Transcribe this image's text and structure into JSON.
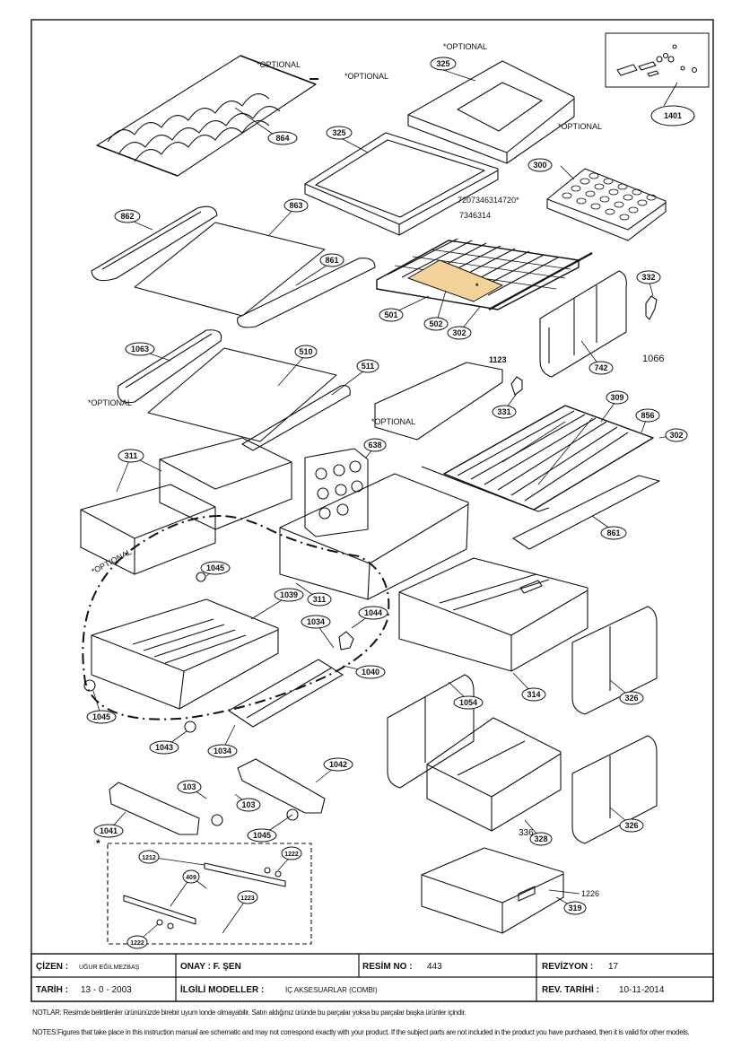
{
  "callouts": [
    {
      "id": "864",
      "label": "864"
    },
    {
      "id": "325a",
      "label": "325"
    },
    {
      "id": "325b",
      "label": "325"
    },
    {
      "id": "1401",
      "label": "1401"
    },
    {
      "id": "300",
      "label": "300"
    },
    {
      "id": "862",
      "label": "862"
    },
    {
      "id": "863",
      "label": "863"
    },
    {
      "id": "861a",
      "label": "861"
    },
    {
      "id": "501",
      "label": "501"
    },
    {
      "id": "502",
      "label": "502"
    },
    {
      "id": "302a",
      "label": "302"
    },
    {
      "id": "332",
      "label": "332"
    },
    {
      "id": "1063",
      "label": "1063"
    },
    {
      "id": "510",
      "label": "510"
    },
    {
      "id": "511",
      "label": "511"
    },
    {
      "id": "742",
      "label": "742"
    },
    {
      "id": "331",
      "label": "331"
    },
    {
      "id": "309",
      "label": "309"
    },
    {
      "id": "856",
      "label": "856"
    },
    {
      "id": "302b",
      "label": "302"
    },
    {
      "id": "311a",
      "label": "311"
    },
    {
      "id": "638",
      "label": "638"
    },
    {
      "id": "861b",
      "label": "861"
    },
    {
      "id": "1045a",
      "label": "1045"
    },
    {
      "id": "1039",
      "label": "1039"
    },
    {
      "id": "311b",
      "label": "311"
    },
    {
      "id": "1044",
      "label": "1044"
    },
    {
      "id": "1034a",
      "label": "1034"
    },
    {
      "id": "1040",
      "label": "1040"
    },
    {
      "id": "1045b",
      "label": "1045"
    },
    {
      "id": "1054",
      "label": "1054"
    },
    {
      "id": "314",
      "label": "314"
    },
    {
      "id": "326a",
      "label": "326"
    },
    {
      "id": "1043",
      "label": "1043"
    },
    {
      "id": "1034b",
      "label": "1034"
    },
    {
      "id": "1042",
      "label": "1042"
    },
    {
      "id": "103a",
      "label": "103"
    },
    {
      "id": "103b",
      "label": "103"
    },
    {
      "id": "328",
      "label": "328"
    },
    {
      "id": "326b",
      "label": "326"
    },
    {
      "id": "1041",
      "label": "1041"
    },
    {
      "id": "1045c",
      "label": "1045"
    },
    {
      "id": "1212",
      "label": "1212"
    },
    {
      "id": "1222a",
      "label": "1222"
    },
    {
      "id": "409",
      "label": "409"
    },
    {
      "id": "1223",
      "label": "1223"
    },
    {
      "id": "1222b",
      "label": "1222"
    },
    {
      "id": "319",
      "label": "319"
    }
  ],
  "plain_labels": {
    "l1066": "1066",
    "l1123": "1123",
    "l336": "336",
    "l1226": "1226",
    "code1": "7207346314720*",
    "code2": "7346314",
    "star1": "*",
    "star2": "*"
  },
  "optional": [
    "*OPTIONAL",
    "*OPTIONAL",
    "*OPTIONAL",
    "*OPTIONAL",
    "*OPTIONAL",
    "*OPTIONAL",
    "*OPTIONAL"
  ],
  "title_block": {
    "cizen_label": "ÇİZEN :",
    "cizen_value": "UĞUR EĞİLMEZBAŞ",
    "onay_label": "ONAY : F. ŞEN",
    "resim_label": "RESİM NO :",
    "resim_value": "443",
    "revizyon_label": "REVİZYON :",
    "revizyon_value": "17",
    "tarih_label": "TARİH :",
    "tarih_value": "13 - 0   - 2003",
    "modeller_label": "İLGİLİ MODELLER :",
    "modeller_value": "İÇ AKSESUARLAR (COMBI)",
    "revtarih_label": "REV. TARİHİ :",
    "revtarih_value": "10-11-2014"
  },
  "notes": {
    "tr": "NOTLAR: Resimde belirtilenler ürününüzde birebir  uyum ionde olmayabilir. Satın aldığınız üründe bu parçalar yoksa bu parçalar başka ürünler içindir.",
    "en": "NOTES:Figures that take place in this instruction manual are schematic  and may not correspond exactly with your product. If the subject parts are not included in the product you have purchased, then it is valid for other models."
  },
  "colors": {
    "line": "#111111",
    "highlight": "#f3d39a",
    "background": "#ffffff"
  }
}
